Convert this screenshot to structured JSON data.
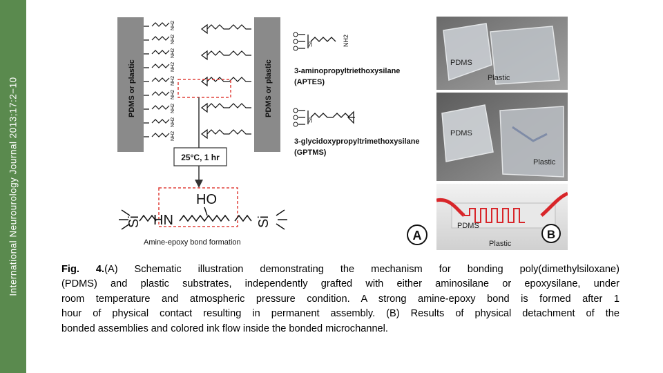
{
  "sidebar": {
    "journal_citation": "International Neurourology Journal 2013;17:2−10"
  },
  "figure_a": {
    "slab_label_left": "PDMS or plastic",
    "slab_label_right": "PDMS or plastic",
    "amine_group": "NH2",
    "silicon": "Si",
    "aptes_name": "3-aminopropyltriethoxysilane",
    "aptes_abbrev": "(APTES)",
    "gptms_name": "3-glycidoxypropyltrimethoxysilane",
    "gptms_abbrev": "(GPTMS)",
    "condition": "25°C, 1 hr",
    "product_ho": "HO",
    "product_hn": "HN",
    "product_si_left": "Si",
    "product_si_right": "Si",
    "bond_label": "Amine-epoxy bond formation",
    "panel_label": "A"
  },
  "figure_b": {
    "photo1_pdms": "PDMS",
    "photo1_plastic": "Plastic",
    "photo2_pdms": "PDMS",
    "photo2_plastic": "Plastic",
    "photo3_pdms": "PDMS",
    "photo3_plastic": "Plastic",
    "panel_label": "B"
  },
  "caption": {
    "fig_label": "Fig. 4.",
    "line1": "(A) Schematic illustration demonstrating the mechanism for bonding poly(dimethylsiloxane)",
    "line2": "(PDMS) and plastic substrates, independently grafted with either aminosilane or epoxysilane, under",
    "line3": "room temperature and atmospheric pressure condition. A strong amine-epoxy bond is formed after 1",
    "line4": "hour of physical contact resulting in permanent assembly. (B) Results of physical detachment of the",
    "line5": "bonded assemblies and colored ink flow inside the bonded microchannel."
  },
  "colors": {
    "sidebar": "#5a8a4e",
    "slab": "#8c8c8c",
    "dashed_box": "#e0403a",
    "ink": "#d8262a"
  }
}
